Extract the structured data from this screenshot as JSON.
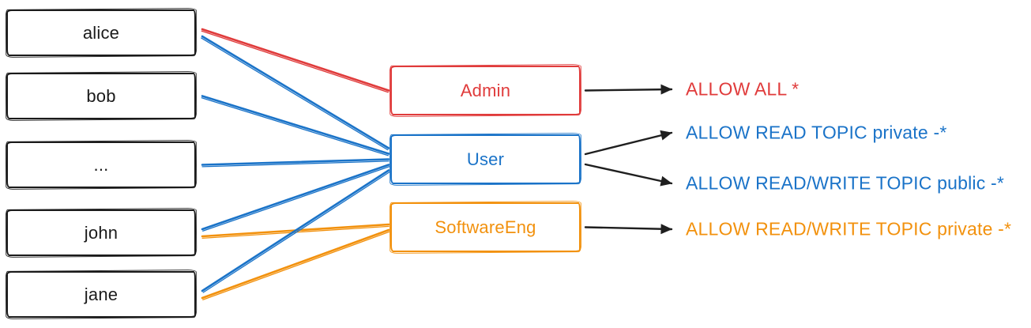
{
  "diagram": {
    "background": "#ffffff",
    "line_black": "#1f1f1f",
    "colors": {
      "red": "#E03B3B",
      "blue": "#1A73C8",
      "orange": "#F2910D",
      "black": "#1B1B1B"
    }
  },
  "users": [
    {
      "id": "alice",
      "label": "alice"
    },
    {
      "id": "bob",
      "label": "bob"
    },
    {
      "id": "ellipsis",
      "label": "..."
    },
    {
      "id": "john",
      "label": "john"
    },
    {
      "id": "jane",
      "label": "jane"
    }
  ],
  "roles": [
    {
      "id": "admin",
      "label": "Admin",
      "color": "#E03B3B"
    },
    {
      "id": "user",
      "label": "User",
      "color": "#1A73C8"
    },
    {
      "id": "softwareeng",
      "label": "SoftwareEng",
      "color": "#F2910D"
    }
  ],
  "permissions": [
    {
      "id": "perm-allow-all",
      "label": "ALLOW ALL *",
      "color": "#E03B3B"
    },
    {
      "id": "perm-read-private",
      "label": "ALLOW READ TOPIC private -*",
      "color": "#1A73C8"
    },
    {
      "id": "perm-rw-public",
      "label": "ALLOW READ/WRITE TOPIC public -*",
      "color": "#1A73C8"
    },
    {
      "id": "perm-rw-private",
      "label": "ALLOW READ/WRITE TOPIC private -*",
      "color": "#F2910D"
    }
  ],
  "assignments": [
    {
      "from": "alice",
      "to": "admin",
      "color": "#E03B3B"
    },
    {
      "from": "alice",
      "to": "user",
      "color": "#1A73C8"
    },
    {
      "from": "bob",
      "to": "user",
      "color": "#1A73C8"
    },
    {
      "from": "ellipsis",
      "to": "user",
      "color": "#1A73C8"
    },
    {
      "from": "john",
      "to": "user",
      "color": "#1A73C8"
    },
    {
      "from": "john",
      "to": "softwareeng",
      "color": "#F2910D"
    },
    {
      "from": "jane",
      "to": "user",
      "color": "#1A73C8"
    },
    {
      "from": "jane",
      "to": "softwareeng",
      "color": "#F2910D"
    }
  ],
  "grants": [
    {
      "from": "admin",
      "to": "perm-allow-all"
    },
    {
      "from": "user",
      "to": "perm-read-private"
    },
    {
      "from": "user",
      "to": "perm-rw-public"
    },
    {
      "from": "softwareeng",
      "to": "perm-rw-private"
    }
  ]
}
